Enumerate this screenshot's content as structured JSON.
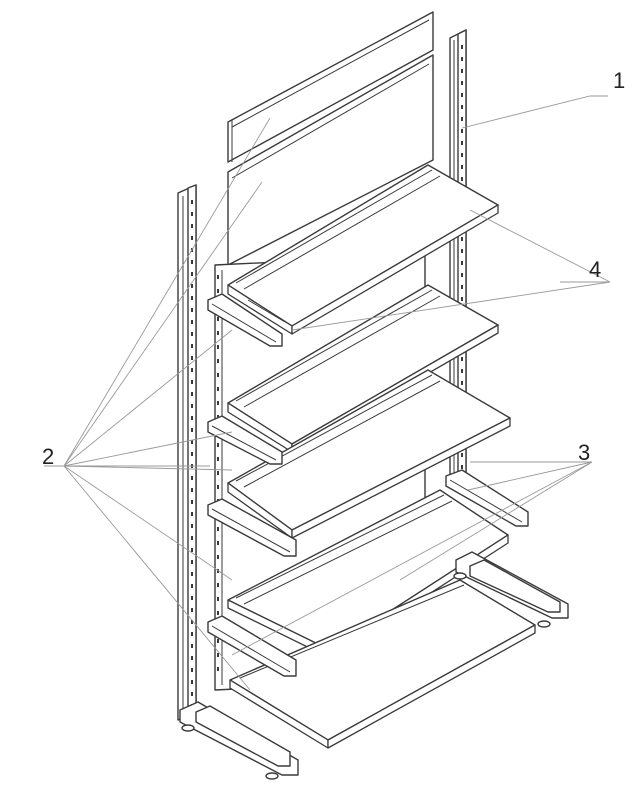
{
  "callouts": {
    "upright": "1",
    "back_panels": "2",
    "brackets": "3",
    "shelves": "4"
  },
  "colors": {
    "line": "#3a3a3a",
    "leader": "#9a9a9a",
    "background": "#ffffff"
  }
}
